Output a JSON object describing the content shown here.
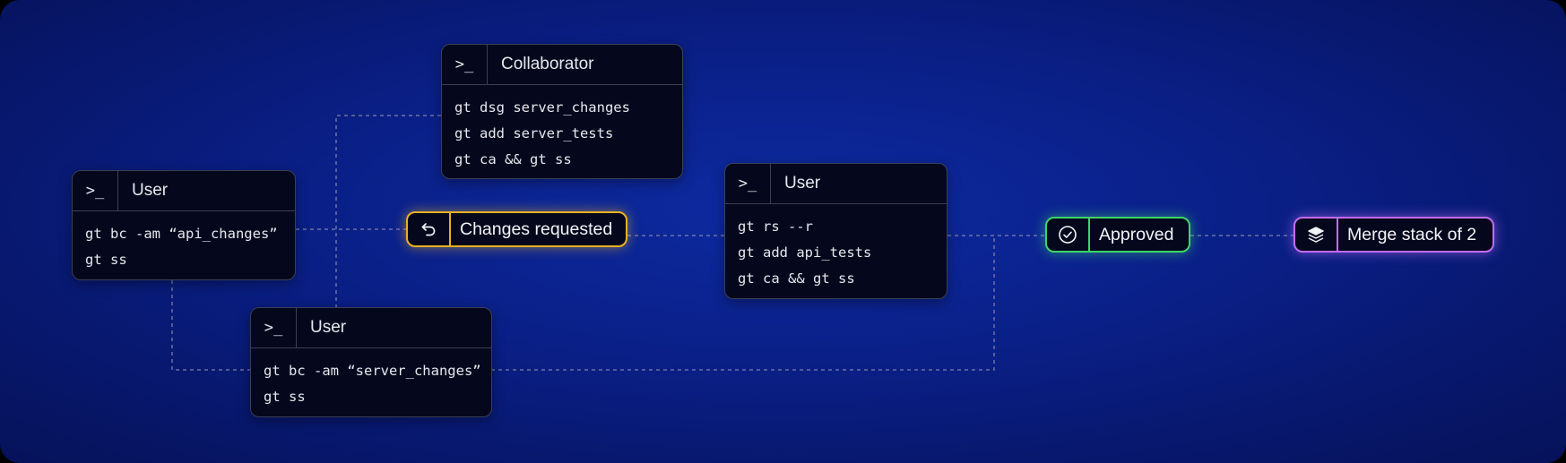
{
  "nodes": {
    "user_api": {
      "prompt": ">_",
      "title": "User",
      "commands": [
        "gt bc -am “api_changes”",
        "gt ss"
      ]
    },
    "collaborator": {
      "prompt": ">_",
      "title": "Collaborator",
      "commands": [
        "gt dsg server_changes",
        "gt add server_tests",
        "gt ca && gt ss"
      ]
    },
    "user_server": {
      "prompt": ">_",
      "title": "User",
      "commands": [
        "gt bc -am “server_changes”",
        "gt ss"
      ]
    },
    "user_restack": {
      "prompt": ">_",
      "title": "User",
      "commands": [
        "gt rs --r",
        "gt add api_tests",
        "gt ca && gt ss"
      ]
    }
  },
  "statuses": {
    "changes_requested": {
      "label": "Changes requested",
      "icon": "undo-arrow-icon",
      "color": "#e8b021"
    },
    "approved": {
      "label": "Approved",
      "icon": "check-circle-icon",
      "color": "#3fd46a"
    },
    "merge": {
      "label": "Merge stack of 2",
      "icon": "stack-layers-icon",
      "color": "#c06cf0"
    }
  },
  "colors": {
    "background": "#0a1f86",
    "node_fill": "#05081c",
    "connector": "#8a8fa8"
  }
}
